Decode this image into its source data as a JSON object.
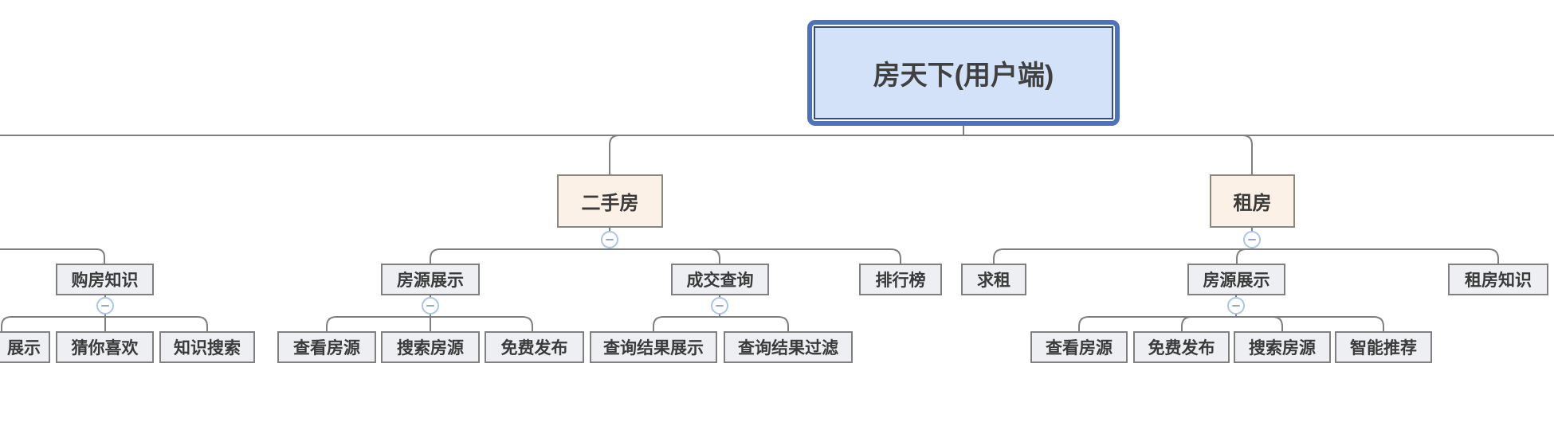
{
  "diagram": {
    "type": "mindmap-org-chart",
    "app_hint": "mind map canvas",
    "colors": {
      "root_border": "#4e71ba",
      "root_inner_border": "#344d7e",
      "root_fill": "#d3e2f9",
      "level2_fill": "#fcf1e6",
      "level2_border": "#8b8880",
      "topic_fill": "#edeff2",
      "topic_border": "#808080",
      "connector": "#7f7f7f",
      "collapse_ring": "#abc4e9",
      "collapse_minus": "#8fa9d0",
      "text": "#3a3a3a"
    },
    "icons": {
      "collapse": "minus-in-circle"
    }
  },
  "tree": {
    "root": {
      "label": "房天下(用户端)"
    },
    "clipped_left_branch": [
      {
        "label": "购房知识",
        "children": [
          {
            "label": "展示"
          },
          {
            "label": "猜你喜欢"
          },
          {
            "label": "知识搜索"
          }
        ]
      }
    ],
    "branches": [
      {
        "label": "二手房",
        "children": [
          {
            "label": "房源展示",
            "children": [
              {
                "label": "查看房源"
              },
              {
                "label": "搜索房源"
              },
              {
                "label": "免费发布"
              }
            ]
          },
          {
            "label": "成交查询",
            "children": [
              {
                "label": "查询结果展示"
              },
              {
                "label": "查询结果过滤"
              }
            ]
          },
          {
            "label": "排行榜",
            "children": []
          }
        ]
      },
      {
        "label": "租房",
        "children": [
          {
            "label": "求租",
            "children": []
          },
          {
            "label": "房源展示",
            "children": [
              {
                "label": "查看房源"
              },
              {
                "label": "免费发布"
              },
              {
                "label": "搜索房源"
              },
              {
                "label": "智能推荐"
              }
            ]
          },
          {
            "label": "租房知识",
            "children": []
          }
        ]
      }
    ]
  }
}
